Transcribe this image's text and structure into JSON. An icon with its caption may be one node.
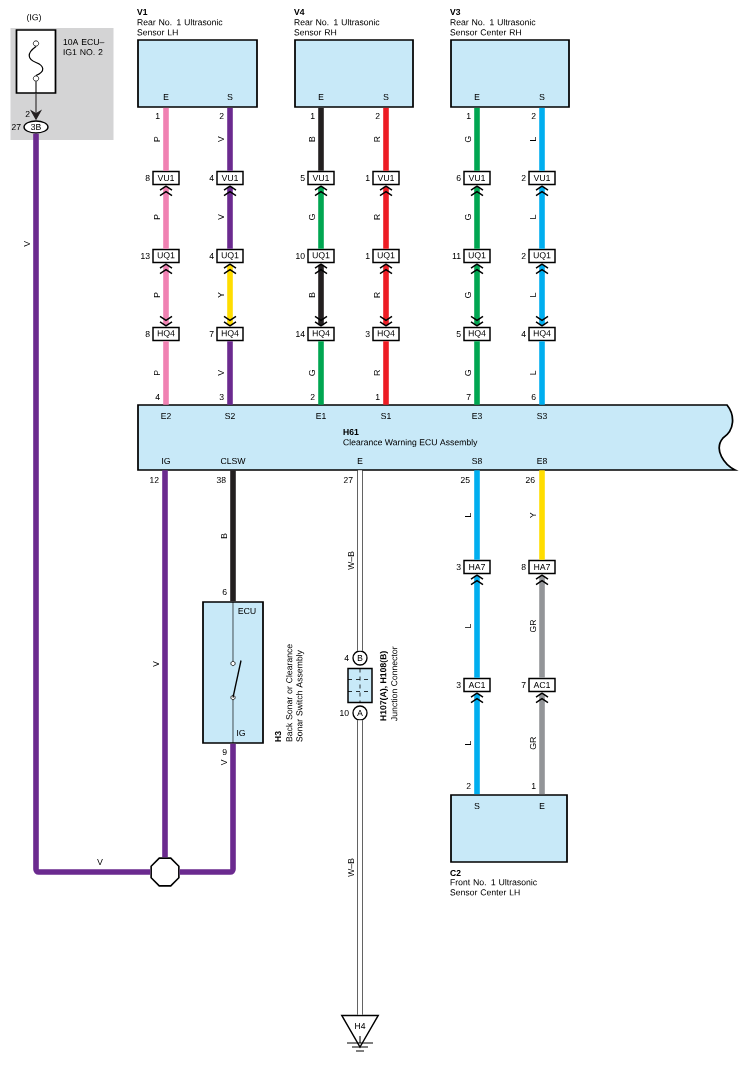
{
  "diagram": {
    "nodes": [
      {
        "text": [
          "(IG)"
        ]
      },
      {
        "text": [
          "10A ECU–IG1 NO. 2"
        ],
        "in": 0
      },
      {
        "text": [
          "3B"
        ],
        "in": 0,
        "beside": [
          "2",
          "27"
        ]
      },
      {
        "text": [
          "V1",
          "Rear No. 1 Ultrasonic Sensor LH",
          "E",
          "S"
        ],
        "beside": [
          "1",
          "2"
        ]
      },
      {
        "text": [
          "V4",
          "Rear No. 1 Ultrasonic Sensor RH",
          "E",
          "S"
        ],
        "beside": [
          "1",
          "2"
        ]
      },
      {
        "text": [
          "V3",
          "Rear No. 1 Ultrasonic Sensor Center RH",
          "E",
          "S"
        ],
        "beside": [
          "1",
          "2"
        ]
      },
      {
        "text": [
          "VU1"
        ],
        "beside": [
          "8"
        ]
      },
      {
        "text": [
          "VU1"
        ],
        "beside": [
          "4"
        ]
      },
      {
        "text": [
          "VU1"
        ],
        "beside": [
          "5"
        ]
      },
      {
        "text": [
          "VU1"
        ],
        "beside": [
          "1"
        ]
      },
      {
        "text": [
          "VU1"
        ],
        "beside": [
          "6"
        ]
      },
      {
        "text": [
          "VU1"
        ],
        "beside": [
          "2"
        ]
      },
      {
        "text": [
          "UQ1"
        ],
        "beside": [
          "13"
        ]
      },
      {
        "text": [
          "UQ1"
        ],
        "beside": [
          "4"
        ]
      },
      {
        "text": [
          "UQ1"
        ],
        "beside": [
          "10"
        ]
      },
      {
        "text": [
          "UQ1"
        ],
        "beside": [
          "1"
        ]
      },
      {
        "text": [
          "UQ1"
        ],
        "beside": [
          "11"
        ]
      },
      {
        "text": [
          "UQ1"
        ],
        "beside": [
          "2"
        ]
      },
      {
        "text": [
          "HQ4"
        ],
        "beside": [
          "8"
        ]
      },
      {
        "text": [
          "HQ4"
        ],
        "beside": [
          "7"
        ]
      },
      {
        "text": [
          "HQ4"
        ],
        "beside": [
          "14"
        ]
      },
      {
        "text": [
          "HQ4"
        ],
        "beside": [
          "3"
        ]
      },
      {
        "text": [
          "HQ4"
        ],
        "beside": [
          "5"
        ]
      },
      {
        "text": [
          "HQ4"
        ],
        "beside": [
          "4"
        ]
      },
      {
        "text": [
          "E2",
          "S2",
          "E1",
          "S1",
          "E3",
          "S3",
          "H61",
          "Clearance Warning ECU Assembly",
          "IG",
          "CLSW",
          "E",
          "S8",
          "E8"
        ],
        "beside": [
          "4",
          "3",
          "2",
          "1",
          "7",
          "6",
          "12",
          "38",
          "27",
          "25",
          "26"
        ]
      },
      {
        "text": [
          "ECU",
          "IG",
          "H3",
          "Back Sonar or Clearance Sonar Switch Assembly"
        ],
        "beside": [
          "6",
          "9"
        ]
      },
      {
        "text": [
          "H107(A), H108(B)",
          "Junction Connector",
          "B",
          "A"
        ],
        "beside": [
          "4",
          "10"
        ]
      },
      {
        "text": [
          "H4"
        ]
      },
      {
        "text": [
          "HA7"
        ],
        "beside": [
          "3"
        ]
      },
      {
        "text": [
          "HA7"
        ],
        "beside": [
          "8"
        ]
      },
      {
        "text": [
          "AC1"
        ],
        "beside": [
          "3"
        ]
      },
      {
        "text": [
          "AC1"
        ],
        "beside": [
          "7"
        ]
      },
      {
        "text": [
          "S",
          "E",
          "C2",
          "Front No. 1 Ultrasonic Sensor Center LH"
        ],
        "beside": [
          "2",
          "1"
        ]
      },
      {
        "text": [],
        "shape": "octagon"
      }
    ],
    "edges": [
      {
        "from": 1,
        "to": 2,
        "arrow": "to",
        "color": "#231f20"
      },
      {
        "from": 2,
        "to": 33,
        "arrow": "none",
        "label": "V",
        "color": "#6b2a8f"
      },
      {
        "from": 3,
        "to": 6,
        "arrow": "none",
        "label": "P",
        "color": "#f081b2"
      },
      {
        "from": 12,
        "to": 6,
        "arrow": "to",
        "label": "P",
        "color": "#f081b2"
      },
      {
        "from": 12,
        "to": 18,
        "arrow": "both",
        "label": "P",
        "color": "#f081b2"
      },
      {
        "from": 18,
        "to": 24,
        "arrow": "none",
        "label": "P",
        "color": "#f081b2"
      },
      {
        "from": 3,
        "to": 7,
        "arrow": "none",
        "label": "V",
        "color": "#6b2a8f"
      },
      {
        "from": 13,
        "to": 7,
        "arrow": "to",
        "label": "V",
        "color": "#6b2a8f"
      },
      {
        "from": 13,
        "to": 19,
        "arrow": "both",
        "label": "Y",
        "color": "#ffdd00"
      },
      {
        "from": 19,
        "to": 24,
        "arrow": "none",
        "label": "V",
        "color": "#6b2a8f"
      },
      {
        "from": 4,
        "to": 8,
        "arrow": "none",
        "label": "B",
        "color": "#231f20"
      },
      {
        "from": 14,
        "to": 8,
        "arrow": "to",
        "label": "G",
        "color": "#00a651"
      },
      {
        "from": 14,
        "to": 20,
        "arrow": "both",
        "label": "B",
        "color": "#231f20"
      },
      {
        "from": 20,
        "to": 24,
        "arrow": "none",
        "label": "G",
        "color": "#00a651"
      },
      {
        "from": 4,
        "to": 9,
        "arrow": "none",
        "label": "R",
        "color": "#ed1c24"
      },
      {
        "from": 15,
        "to": 9,
        "arrow": "to",
        "label": "R",
        "color": "#ed1c24"
      },
      {
        "from": 15,
        "to": 21,
        "arrow": "both",
        "label": "R",
        "color": "#ed1c24"
      },
      {
        "from": 21,
        "to": 24,
        "arrow": "none",
        "label": "R",
        "color": "#ed1c24"
      },
      {
        "from": 5,
        "to": 10,
        "arrow": "none",
        "label": "G",
        "color": "#00a651"
      },
      {
        "from": 16,
        "to": 10,
        "arrow": "to",
        "label": "G",
        "color": "#00a651"
      },
      {
        "from": 16,
        "to": 22,
        "arrow": "both",
        "label": "G",
        "color": "#00a651"
      },
      {
        "from": 22,
        "to": 24,
        "arrow": "none",
        "label": "G",
        "color": "#00a651"
      },
      {
        "from": 5,
        "to": 11,
        "arrow": "none",
        "label": "L",
        "color": "#00aeef"
      },
      {
        "from": 17,
        "to": 11,
        "arrow": "to",
        "label": "L",
        "color": "#00aeef"
      },
      {
        "from": 17,
        "to": 23,
        "arrow": "both",
        "label": "L",
        "color": "#00aeef"
      },
      {
        "from": 23,
        "to": 24,
        "arrow": "none",
        "label": "L",
        "color": "#00aeef"
      },
      {
        "from": 24,
        "to": 33,
        "arrow": "none",
        "label": "V",
        "color": "#6b2a8f"
      },
      {
        "from": 24,
        "to": 25,
        "arrow": "none",
        "label": "B",
        "color": "#231f20"
      },
      {
        "from": 25,
        "to": 33,
        "arrow": "none",
        "label": "V",
        "color": "#6b2a8f"
      },
      {
        "from": 24,
        "to": 26,
        "arrow": "none",
        "label": "W–B",
        "color": "#3c3c3c"
      },
      {
        "from": 26,
        "to": 27,
        "arrow": "none",
        "label": "W–B",
        "color": "#3c3c3c"
      },
      {
        "from": 24,
        "to": 28,
        "arrow": "none",
        "label": "L",
        "color": "#00aeef"
      },
      {
        "from": 24,
        "to": 29,
        "arrow": "none",
        "label": "Y",
        "color": "#ffdd00"
      },
      {
        "from": 30,
        "to": 28,
        "arrow": "to",
        "label": "L",
        "color": "#00aeef"
      },
      {
        "from": 31,
        "to": 29,
        "arrow": "to",
        "label": "GR",
        "color": "#939598"
      },
      {
        "from": 32,
        "to": 30,
        "arrow": "to",
        "label": "L",
        "color": "#00aeef"
      },
      {
        "from": 32,
        "to": 31,
        "arrow": "to",
        "label": "GR",
        "color": "#939598"
      }
    ],
    "labels": [
      "V"
    ]
  }
}
